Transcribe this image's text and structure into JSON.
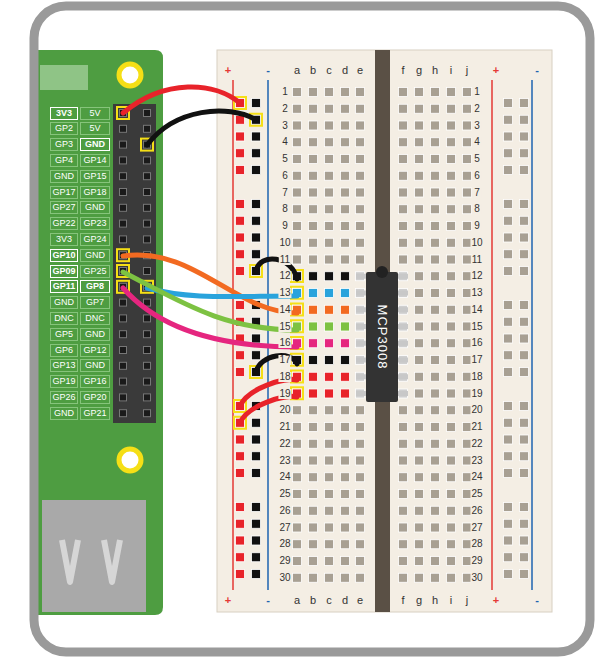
{
  "diagram": {
    "nodes": [
      {
        "text": [
          "MCP3008"
        ]
      }
    ],
    "labels": [
      "3V3",
      "5V",
      "GP2",
      "5V",
      "GP3",
      "GND",
      "GP4",
      "GP14",
      "GND",
      "GP15",
      "GP17",
      "GP18",
      "GP27",
      "GND",
      "GP22",
      "GP23",
      "3V3",
      "GP24",
      "GP10",
      "GND",
      "GP09",
      "GP25",
      "GP11",
      "GP8",
      "GND",
      "GP7",
      "DNC",
      "DNC",
      "GP5",
      "GND",
      "GP6",
      "GP12",
      "GP13",
      "GND",
      "GP19",
      "GP16",
      "GP26",
      "GP20",
      "GND",
      "GP21",
      "+",
      "-",
      "a",
      "b",
      "c",
      "d",
      "e",
      "f",
      "g",
      "h",
      "i",
      "j",
      "+",
      "-",
      "+",
      "-",
      "a",
      "b",
      "c",
      "d",
      "e",
      "f",
      "g",
      "h",
      "i",
      "j",
      "+",
      "-",
      "1",
      "2",
      "3",
      "4",
      "5",
      "6",
      "7",
      "8",
      "9",
      "10",
      "11",
      "12",
      "13",
      "14",
      "15",
      "16",
      "17",
      "18",
      "19",
      "20",
      "21",
      "22",
      "23",
      "24",
      "25",
      "26",
      "27",
      "28",
      "29",
      "30",
      "1",
      "2",
      "3",
      "4",
      "5",
      "6",
      "7",
      "8",
      "9",
      "10",
      "11",
      "12",
      "13",
      "14",
      "15",
      "16",
      "17",
      "18",
      "19",
      "20",
      "21",
      "22",
      "23",
      "24",
      "25",
      "26",
      "27",
      "28",
      "29",
      "30"
    ]
  }
}
